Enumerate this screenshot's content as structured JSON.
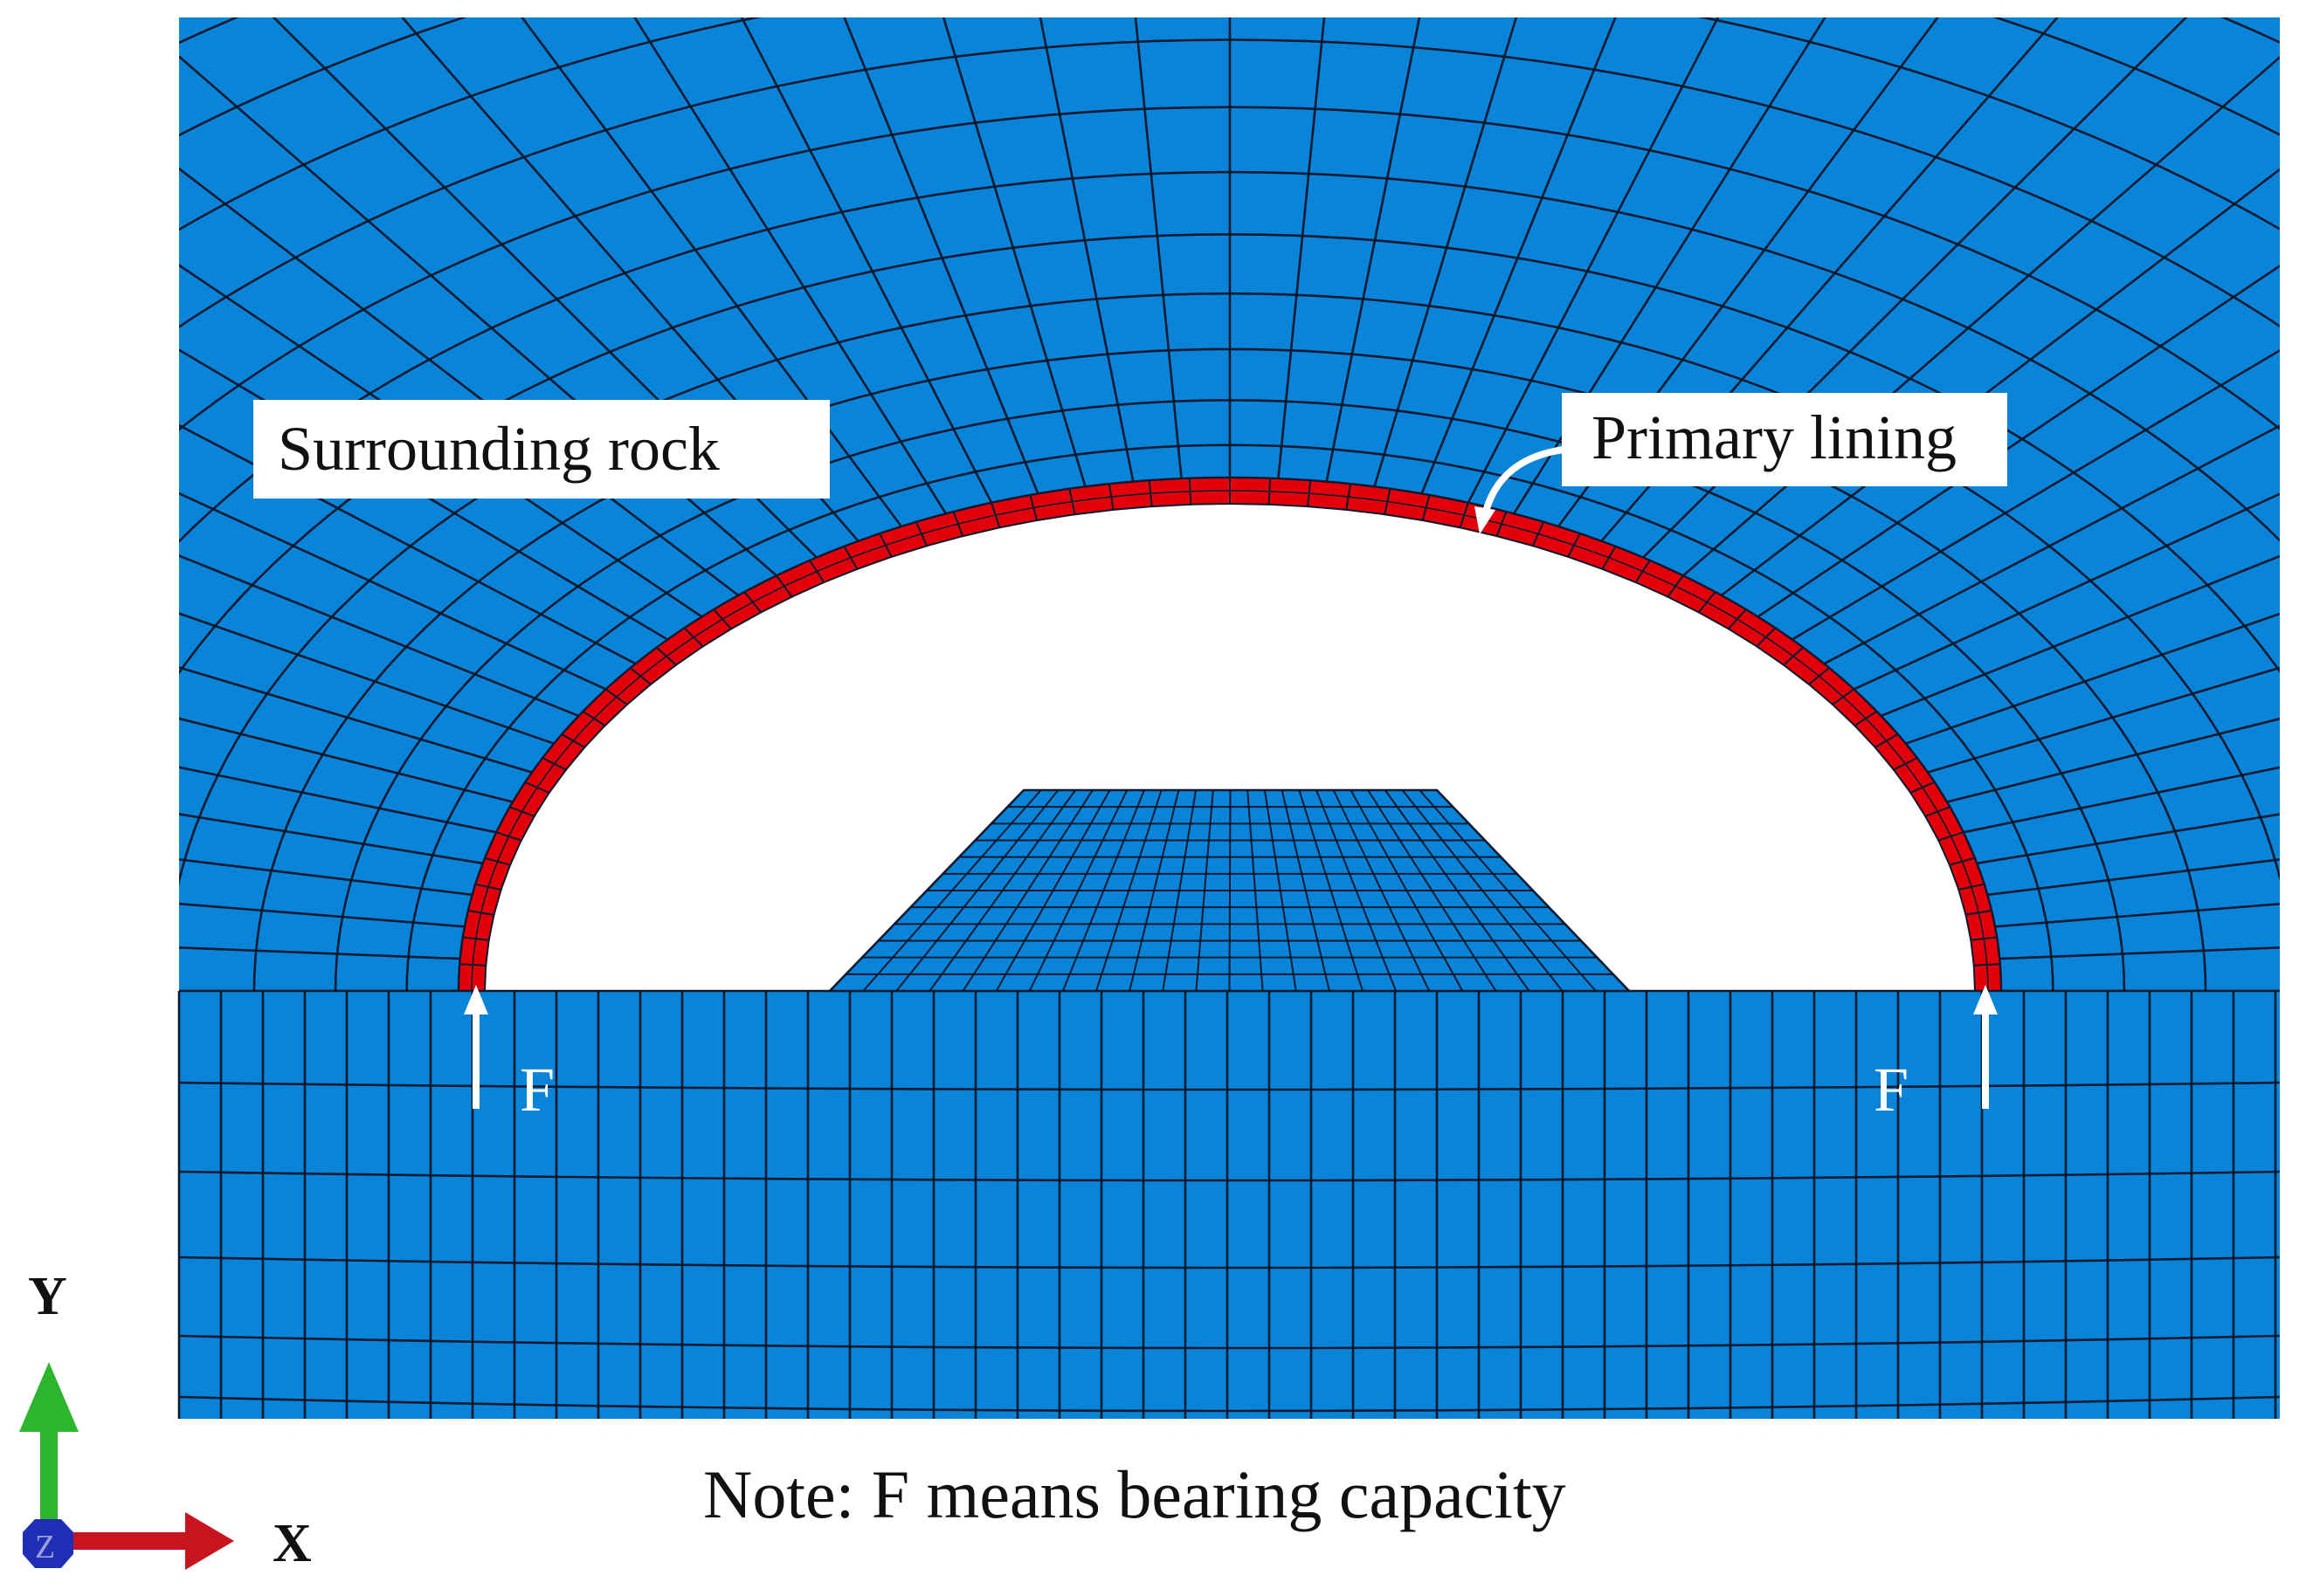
{
  "labels": {
    "surrounding_rock": "Surrounding rock",
    "primary_lining": "Primary lining",
    "force_left": "F",
    "force_right": "F",
    "note": "Note: F means bearing capacity"
  },
  "axes": {
    "y_label": "Y",
    "x_label": "X",
    "z_label": "Z"
  },
  "colors": {
    "rock": "#0A84D8",
    "lining": "#E3000B",
    "mesh_line": "#0B1A2E",
    "force_arrow": "#ffffff",
    "axis_y": "#2DB52D",
    "axis_x": "#C8141E",
    "axis_z": "#1E2FB5"
  },
  "icons": {
    "force_arrow": "up-arrow-icon",
    "annotation_arrow": "curved-arrow-icon",
    "triad": "xyz-triad-icon"
  }
}
